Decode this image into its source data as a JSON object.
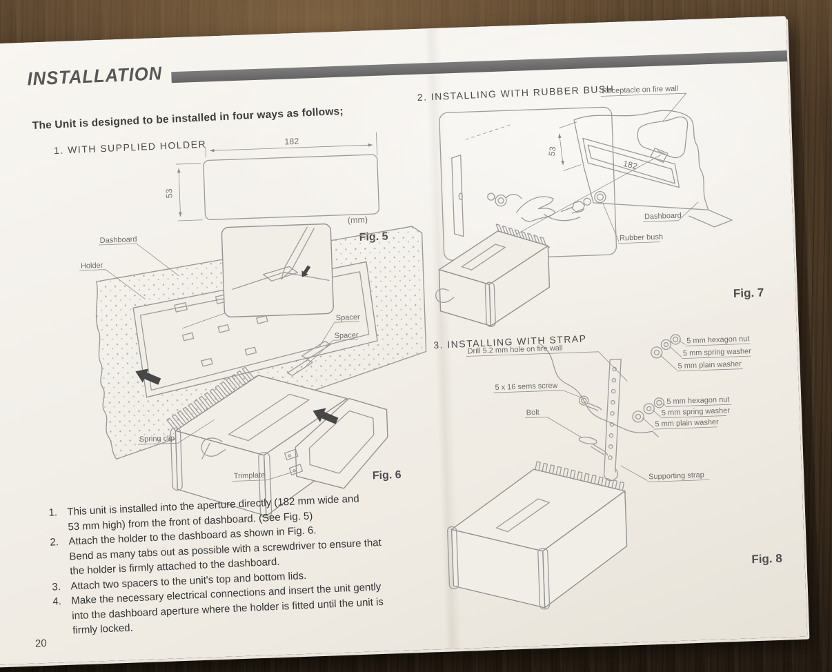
{
  "appearance": {
    "paper_color": "#f2efe9",
    "ink_color": "#4a4a4a",
    "diagram_line_color": "#9b9b9b",
    "header_band_color": "#6e6e6e",
    "wood_color": "#4c3a27"
  },
  "header": {
    "title": "INSTALLATION"
  },
  "intro": "The Unit is designed to be installed in four ways as follows;",
  "sections": {
    "s1": "1. WITH SUPPLIED HOLDER",
    "s2": "2. INSTALLING WITH RUBBER BUSH",
    "s3": "3. INSTALLING WITH STRAP"
  },
  "fig5": {
    "caption": "Fig. 5",
    "width": "182",
    "height": "53",
    "units": "(mm)"
  },
  "fig6": {
    "caption": "Fig. 6",
    "dashboard": "Dashboard",
    "holder": "Holder",
    "spacer1": "Spacer",
    "spacer2": "Spacer",
    "spring_clip": "Spring clip",
    "trimplate": "Trimplate"
  },
  "fig7": {
    "caption": "Fig. 7",
    "receptacle": "Receptacle on fire wall",
    "height": "53",
    "width": "182",
    "dashboard": "Dashboard",
    "rubber_bush": "Rubber bush"
  },
  "fig8": {
    "caption": "Fig. 8",
    "drill": "Drill 5.2 mm hole on fire wall",
    "sems": "5 x 16 sems screw",
    "bolt": "Bolt",
    "hex1": "5 mm hexagon nut",
    "spring1": "5 mm spring washer",
    "plain1": "5 mm plain washer",
    "hex2": "5 mm hexagon nut",
    "spring2": "5 mm spring washer",
    "plain2": "5 mm plain washer",
    "strap": "Supporting strap"
  },
  "instructions": [
    {
      "num": "1.",
      "lines": [
        "This unit is installed into the aperture directly (182 mm wide and",
        "53 mm high) from the front of dashboard. (See Fig. 5)"
      ]
    },
    {
      "num": "2.",
      "lines": [
        "Attach the holder to the dashboard as shown in Fig. 6.",
        "Bend as many tabs out as possible with a screwdriver to ensure that",
        "the holder is firmly attached to the dashboard."
      ]
    },
    {
      "num": "3.",
      "lines": [
        "Attach two spacers to the unit's top and bottom lids."
      ]
    },
    {
      "num": "4.",
      "lines": [
        "Make the necessary electrical connections and insert the unit gently",
        "into the dashboard aperture where the holder is fitted until the unit is",
        "firmly locked."
      ]
    }
  ],
  "page_number": "20"
}
